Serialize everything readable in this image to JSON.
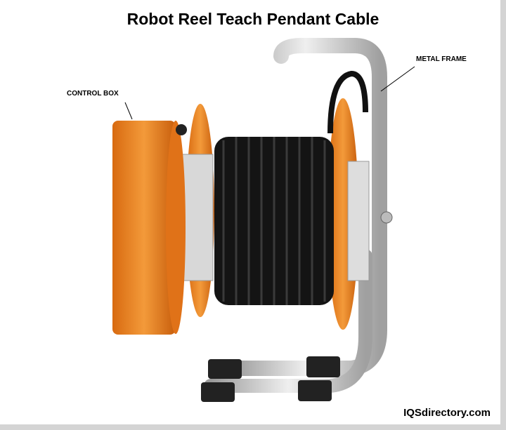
{
  "title": "Robot Reel Teach Pendant Cable",
  "labels": {
    "control_box": "CONTROL BOX",
    "metal_frame": "METAL FRAME"
  },
  "brand": "IQSdirectory.com",
  "colors": {
    "orange": "#e8781a",
    "cable": "#1a1a1a",
    "frame": "#c8c8c8"
  }
}
